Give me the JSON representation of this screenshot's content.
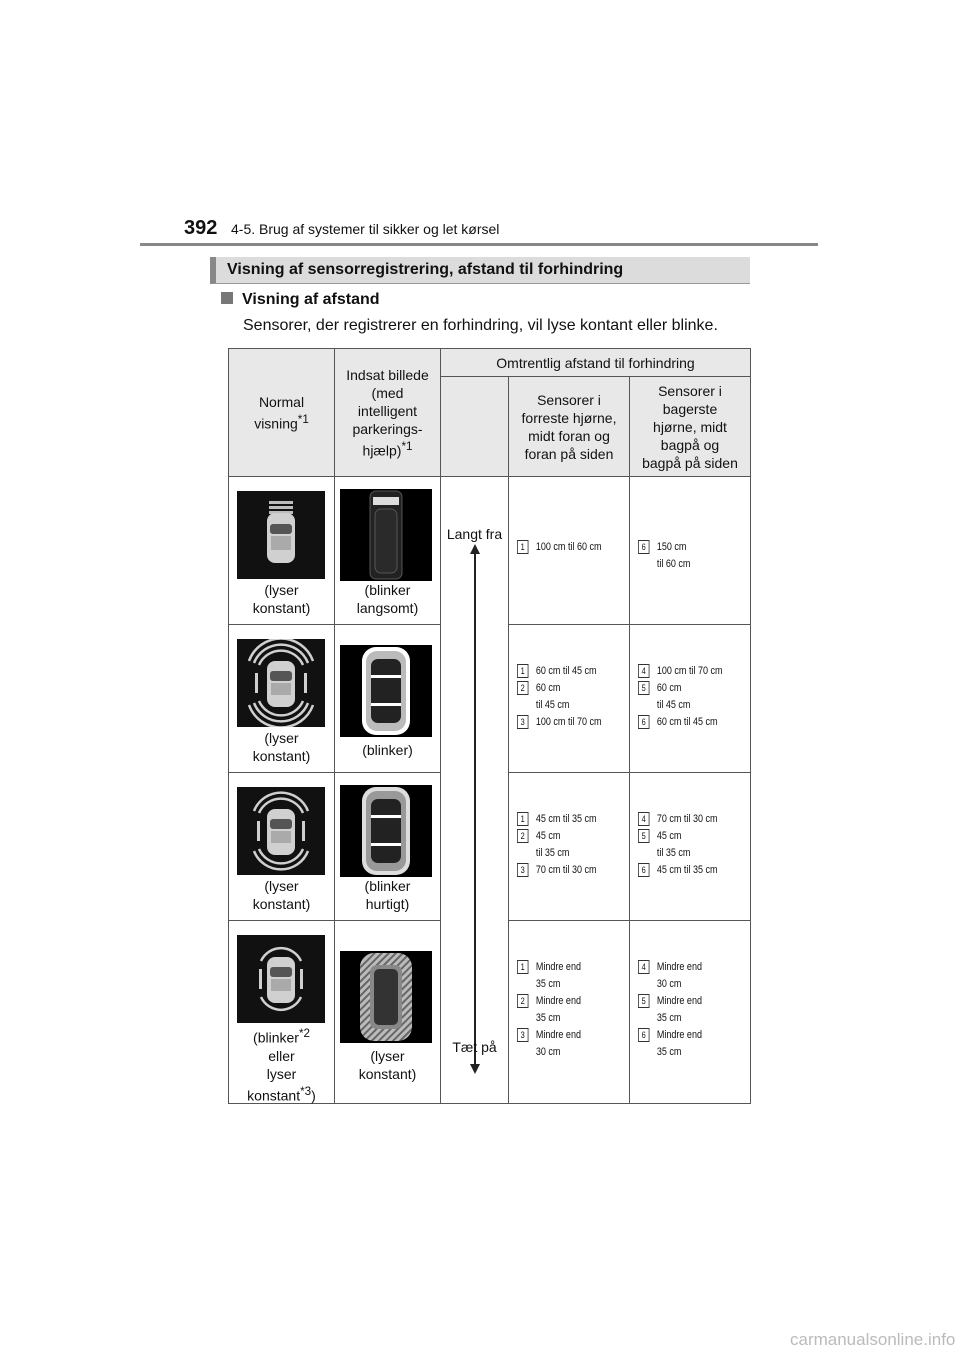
{
  "header": {
    "page_number": "392",
    "chapter": "4-5. Brug af systemer til sikker og let kørsel"
  },
  "section_title": "Visning af sensorregistrering, afstand til forhindring",
  "subheading": "Visning af afstand",
  "paragraph": "Sensorer, der registrerer en forhindring, vil lyse kontant eller blinke.",
  "table": {
    "col_normal": [
      "Normal",
      "visning"
    ],
    "col_normal_note": "*1",
    "col_inset": [
      "Indsat billede",
      "(med",
      "intelligent",
      "parkerings-",
      "hjælp)"
    ],
    "col_inset_note": "*1",
    "col_distance": "Omtrentlig afstand til forhindring",
    "col_front": [
      "Sensorer i",
      "forreste hjørne,",
      "midt foran og",
      "foran på siden"
    ],
    "col_rear": [
      "Sensorer i",
      "bagerste",
      "hjørne, midt",
      "bagpå og",
      "bagpå på siden"
    ],
    "arrow_top": "Langt fra",
    "arrow_bottom": "Tæt på",
    "rows": [
      {
        "normal_caption": [
          "(lyser",
          "konstant)"
        ],
        "inset_caption": [
          "(blinker",
          "langsomt)"
        ],
        "front": [
          {
            "n": "1",
            "t": [
              "100 cm til 60 cm"
            ]
          }
        ],
        "rear": [
          {
            "n": "6",
            "t": [
              "150 cm",
              "til 60 cm"
            ]
          }
        ]
      },
      {
        "normal_caption": [
          "(lyser",
          "konstant)"
        ],
        "inset_caption": [
          "(blinker)"
        ],
        "front": [
          {
            "n": "1",
            "t": [
              "60 cm til 45 cm"
            ]
          },
          {
            "n": "2",
            "t": [
              "60 cm",
              "til 45 cm"
            ]
          },
          {
            "n": "3",
            "t": [
              "100 cm til 70 cm"
            ]
          }
        ],
        "rear": [
          {
            "n": "4",
            "t": [
              "100 cm til 70 cm"
            ]
          },
          {
            "n": "5",
            "t": [
              "60 cm",
              "til 45 cm"
            ]
          },
          {
            "n": "6",
            "t": [
              "60 cm til 45 cm"
            ]
          }
        ]
      },
      {
        "normal_caption": [
          "(lyser",
          "konstant)"
        ],
        "inset_caption": [
          "(blinker",
          "hurtigt)"
        ],
        "front": [
          {
            "n": "1",
            "t": [
              "45 cm til 35 cm"
            ]
          },
          {
            "n": "2",
            "t": [
              "45 cm",
              "til 35 cm"
            ]
          },
          {
            "n": "3",
            "t": [
              "70 cm til 30 cm"
            ]
          }
        ],
        "rear": [
          {
            "n": "4",
            "t": [
              "70 cm til 30 cm"
            ]
          },
          {
            "n": "5",
            "t": [
              "45 cm",
              "til 35 cm"
            ]
          },
          {
            "n": "6",
            "t": [
              "45 cm til 35 cm"
            ]
          }
        ]
      },
      {
        "normal_caption": [
          "(blinker",
          "eller",
          "lyser",
          "konstant"
        ],
        "normal_note_1": "*2",
        "normal_note_2": "*3",
        "inset_caption": [
          "(lyser",
          "konstant)"
        ],
        "front": [
          {
            "n": "1",
            "t": [
              "Mindre end",
              "35 cm"
            ]
          },
          {
            "n": "2",
            "t": [
              "Mindre end",
              "35 cm"
            ]
          },
          {
            "n": "3",
            "t": [
              "Mindre end",
              "30 cm"
            ]
          }
        ],
        "rear": [
          {
            "n": "4",
            "t": [
              "Mindre end",
              "30 cm"
            ]
          },
          {
            "n": "5",
            "t": [
              "Mindre end",
              "35 cm"
            ]
          },
          {
            "n": "6",
            "t": [
              "Mindre end",
              "35 cm"
            ]
          }
        ]
      }
    ]
  },
  "watermark": "carmanualsonline.info"
}
